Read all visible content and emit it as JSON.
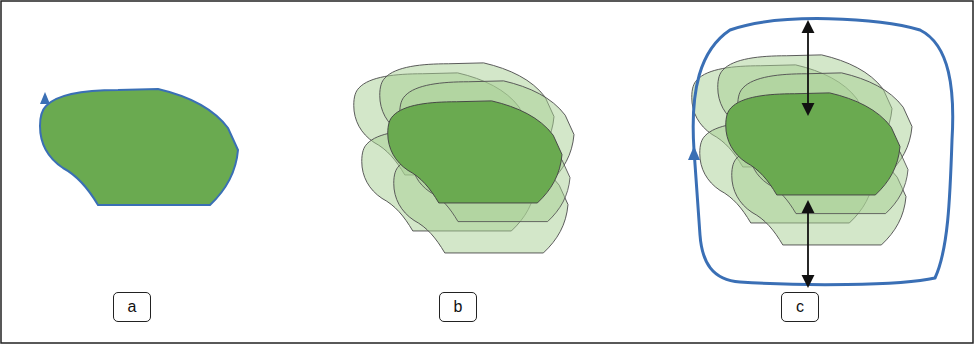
{
  "diagram": {
    "nodes": [
      {
        "text": [
          "a"
        ]
      },
      {
        "text": [
          "b"
        ]
      },
      {
        "text": [
          "c"
        ]
      }
    ]
  }
}
